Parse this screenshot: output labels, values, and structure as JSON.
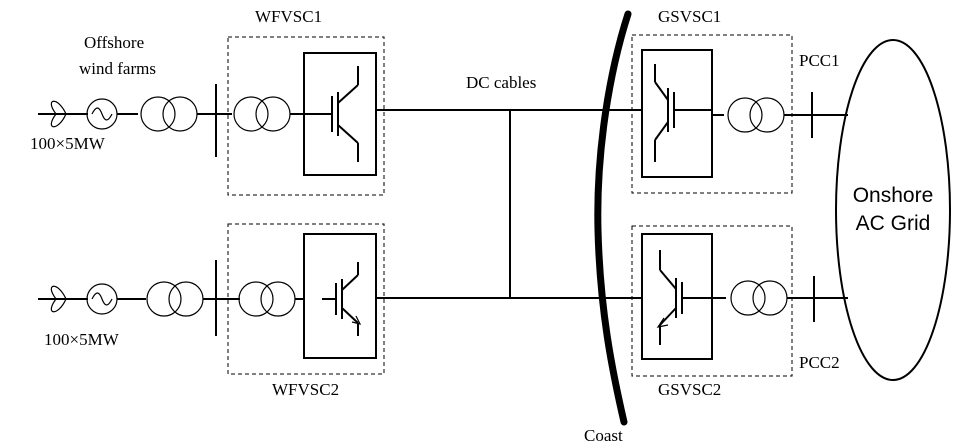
{
  "labels": {
    "offshore_line1": "Offshore",
    "offshore_line2": "wind farms",
    "wf1_rating": "100×5MW",
    "wf2_rating": "100×5MW",
    "wfvsc1": "WFVSC1",
    "wfvsc2": "WFVSC2",
    "dc_cables": "DC cables",
    "gsvsc1": "GSVSC1",
    "gsvsc2": "GSVSC2",
    "pcc1": "PCC1",
    "pcc2": "PCC2",
    "grid_line1": "Onshore",
    "grid_line2": "AC Grid",
    "coast": "Coast"
  }
}
